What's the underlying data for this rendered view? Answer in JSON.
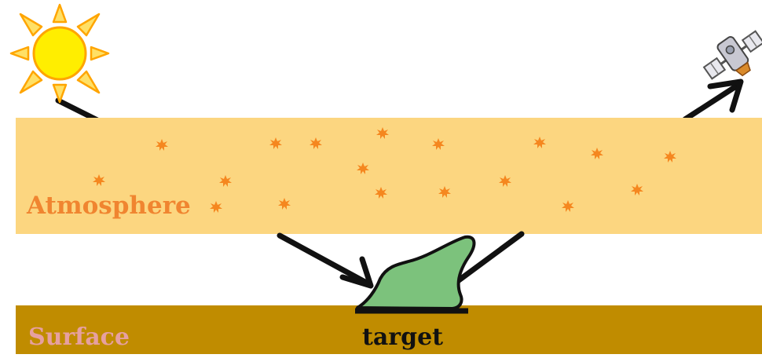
{
  "diagram": {
    "labels": {
      "atmosphere": "Atmosphere",
      "surface": "Surface",
      "target": "target"
    },
    "icons": [
      "sun-icon",
      "satellite-icon",
      "aerosol-particle-icon"
    ],
    "colors": {
      "atmosphere_band": "#fcd680",
      "atmosphere_text": "#f08530",
      "surface_band": "#c08c00",
      "surface_text": "#e6a0a0",
      "target_fill": "#7cc27c",
      "particle": "#f5871f",
      "sun_fill": "#ffee00",
      "sun_rays": "#ffb81c",
      "arrow": "#111111"
    }
  }
}
